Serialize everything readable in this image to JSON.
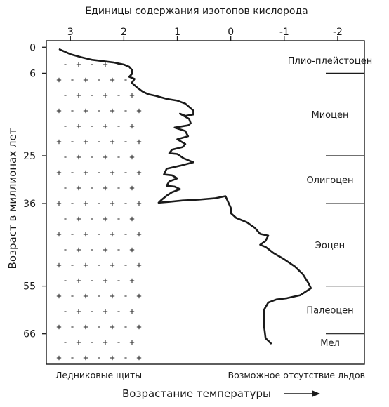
{
  "chart_data": {
    "type": "line",
    "title": "Единицы содержания изотопов кислорода",
    "xlabel_bottom": "Возрастание температуры",
    "ylabel": "Возраст в миллионах лет",
    "x_ticks": [
      {
        "value": 3,
        "label": "3"
      },
      {
        "value": 2,
        "label": "2"
      },
      {
        "value": 1,
        "label": "1"
      },
      {
        "value": 0,
        "label": "0"
      },
      {
        "value": -1,
        "label": "-1"
      },
      {
        "value": -2,
        "label": "-2"
      }
    ],
    "xlim": [
      3.45,
      -2.5
    ],
    "y_ticks": [
      {
        "value": 0,
        "label": "0"
      },
      {
        "value": 6,
        "label": "6"
      },
      {
        "value": 25,
        "label": "25"
      },
      {
        "value": 36,
        "label": "36"
      },
      {
        "value": 55,
        "label": "55"
      },
      {
        "value": 66,
        "label": "66"
      }
    ],
    "ylim": [
      -1.5,
      73
    ],
    "epochs": [
      {
        "label": "Плио-плейстоцен",
        "from": 0,
        "to": 6
      },
      {
        "label": "Миоцен",
        "from": 6,
        "to": 25
      },
      {
        "label": "Олигоцен",
        "from": 25,
        "to": 36
      },
      {
        "label": "Эоцен",
        "from": 36,
        "to": 55
      },
      {
        "label": "Палеоцен",
        "from": 55,
        "to": 66
      },
      {
        "label": "Мел",
        "from": 66,
        "to": 70
      }
    ],
    "bottom_labels": {
      "left": "Ледниковые щиты",
      "right": "Возможное отсутствие льдов"
    },
    "series": [
      {
        "points": [
          [
            3.2,
            0.5
          ],
          [
            3.0,
            1.6
          ],
          [
            2.8,
            2.3
          ],
          [
            2.6,
            2.9
          ],
          [
            2.4,
            3.2
          ],
          [
            2.2,
            3.5
          ],
          [
            2.0,
            4.0
          ],
          [
            1.9,
            4.5
          ],
          [
            1.85,
            5.2
          ],
          [
            1.85,
            6.2
          ],
          [
            1.9,
            6.8
          ],
          [
            1.8,
            7.3
          ],
          [
            1.85,
            8.2
          ],
          [
            1.75,
            9.3
          ],
          [
            1.65,
            10.2
          ],
          [
            1.55,
            10.8
          ],
          [
            1.4,
            11.2
          ],
          [
            1.2,
            11.9
          ],
          [
            1.0,
            12.3
          ],
          [
            0.85,
            13.0
          ],
          [
            0.7,
            14.6
          ],
          [
            0.7,
            15.5
          ],
          [
            0.85,
            15.8
          ],
          [
            0.95,
            15.3
          ],
          [
            0.78,
            16.5
          ],
          [
            0.75,
            17.5
          ],
          [
            0.8,
            18.0
          ],
          [
            1.05,
            18.5
          ],
          [
            0.85,
            19.3
          ],
          [
            0.8,
            20.5
          ],
          [
            1.0,
            21.2
          ],
          [
            0.85,
            22.3
          ],
          [
            0.9,
            23.0
          ],
          [
            1.1,
            23.6
          ],
          [
            1.15,
            24.4
          ],
          [
            1.0,
            24.6
          ],
          [
            0.88,
            25.6
          ],
          [
            0.7,
            26.5
          ],
          [
            0.95,
            27.3
          ],
          [
            1.2,
            28.0
          ],
          [
            1.25,
            29.3
          ],
          [
            1.1,
            29.5
          ],
          [
            1.0,
            30.2
          ],
          [
            1.15,
            30.9
          ],
          [
            1.2,
            31.9
          ],
          [
            1.05,
            32.1
          ],
          [
            0.95,
            32.7
          ],
          [
            1.1,
            33.4
          ],
          [
            1.2,
            34.2
          ],
          [
            1.3,
            35.2
          ],
          [
            1.35,
            35.8
          ],
          [
            1.15,
            35.6
          ],
          [
            0.9,
            35.3
          ],
          [
            0.6,
            35.1
          ],
          [
            0.3,
            34.8
          ],
          [
            0.1,
            34.3
          ],
          [
            0.0,
            37.0
          ],
          [
            0.0,
            38.2
          ],
          [
            -0.1,
            39.3
          ],
          [
            -0.3,
            40.3
          ],
          [
            -0.45,
            41.6
          ],
          [
            -0.55,
            43.0
          ],
          [
            -0.7,
            43.4
          ],
          [
            -0.65,
            44.6
          ],
          [
            -0.55,
            45.5
          ],
          [
            -0.65,
            46.0
          ],
          [
            -0.8,
            47.4
          ],
          [
            -0.98,
            48.7
          ],
          [
            -1.2,
            50.5
          ],
          [
            -1.35,
            52.3
          ],
          [
            -1.45,
            54.3
          ],
          [
            -1.5,
            55.5
          ],
          [
            -1.3,
            57.1
          ],
          [
            -1.05,
            57.8
          ],
          [
            -0.85,
            58.1
          ],
          [
            -0.7,
            58.8
          ],
          [
            -0.62,
            60.5
          ],
          [
            -0.62,
            64.0
          ],
          [
            -0.65,
            67.0
          ],
          [
            -0.75,
            68.2
          ]
        ]
      }
    ]
  }
}
